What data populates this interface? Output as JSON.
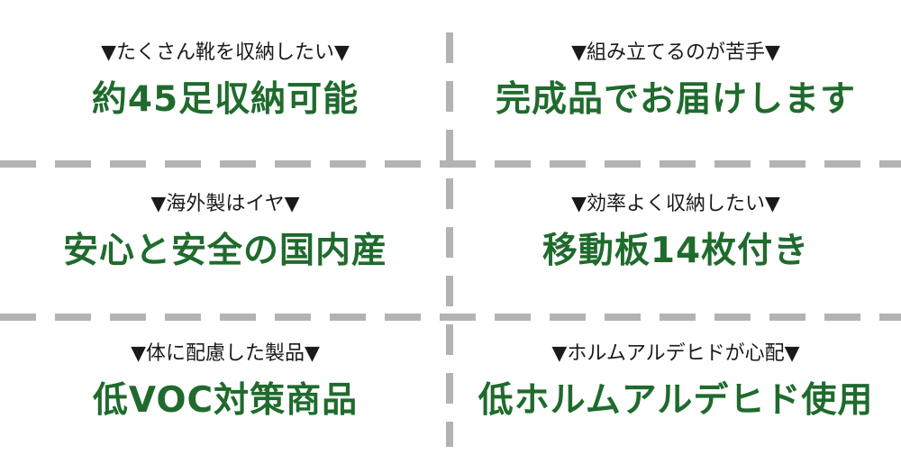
{
  "colors": {
    "headline": "#1f6b2d",
    "label": "#1a1a1a",
    "divider": "#b3b3b3",
    "background": "#ffffff"
  },
  "features": [
    {
      "label": "▼たくさん靴を収納したい▼",
      "headline": "約45足収納可能"
    },
    {
      "label": "▼組み立てるのが苦手▼",
      "headline": "完成品でお届けします"
    },
    {
      "label": "▼海外製はイヤ▼",
      "headline": "安心と安全の国内産"
    },
    {
      "label": "▼効率よく収納したい▼",
      "headline": "移動板14枚付き"
    },
    {
      "label": "▼体に配慮した製品▼",
      "headline": "低VOC対策商品"
    },
    {
      "label": "▼ホルムアルデヒドが心配▼",
      "headline": "低ホルムアルデヒド使用"
    }
  ]
}
